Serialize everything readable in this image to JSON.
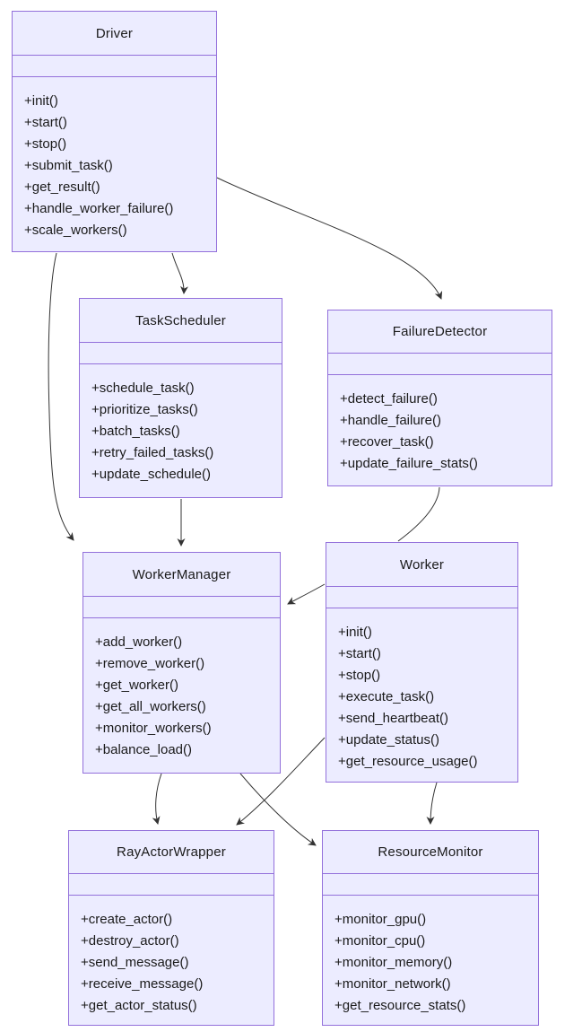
{
  "diagram": {
    "type": "uml-class-diagram",
    "colors": {
      "box_fill": "#ECECFF",
      "box_border": "#9370DB",
      "edge_line": "#333333",
      "text": "#1a1a1a",
      "background": "#ffffff"
    },
    "classes": [
      {
        "name": "Driver",
        "methods": [
          "+init()",
          "+start()",
          "+stop()",
          "+submit_task()",
          "+get_result()",
          "+handle_worker_failure()",
          "+scale_workers()"
        ]
      },
      {
        "name": "TaskScheduler",
        "methods": [
          "+schedule_task()",
          "+prioritize_tasks()",
          "+batch_tasks()",
          "+retry_failed_tasks()",
          "+update_schedule()"
        ]
      },
      {
        "name": "FailureDetector",
        "methods": [
          "+detect_failure()",
          "+handle_failure()",
          "+recover_task()",
          "+update_failure_stats()"
        ]
      },
      {
        "name": "WorkerManager",
        "methods": [
          "+add_worker()",
          "+remove_worker()",
          "+get_worker()",
          "+get_all_workers()",
          "+monitor_workers()",
          "+balance_load()"
        ]
      },
      {
        "name": "Worker",
        "methods": [
          "+init()",
          "+start()",
          "+stop()",
          "+execute_task()",
          "+send_heartbeat()",
          "+update_status()",
          "+get_resource_usage()"
        ]
      },
      {
        "name": "RayActorWrapper",
        "methods": [
          "+create_actor()",
          "+destroy_actor()",
          "+send_message()",
          "+receive_message()",
          "+get_actor_status()"
        ]
      },
      {
        "name": "ResourceMonitor",
        "methods": [
          "+monitor_gpu()",
          "+monitor_cpu()",
          "+monitor_memory()",
          "+monitor_network()",
          "+get_resource_stats()"
        ]
      }
    ],
    "edges": [
      {
        "from": "Driver",
        "to": "TaskScheduler"
      },
      {
        "from": "Driver",
        "to": "FailureDetector"
      },
      {
        "from": "Driver",
        "to": "WorkerManager"
      },
      {
        "from": "TaskScheduler",
        "to": "WorkerManager"
      },
      {
        "from": "FailureDetector",
        "to": "Worker"
      },
      {
        "from": "Worker",
        "to": "WorkerManager"
      },
      {
        "from": "WorkerManager",
        "to": "RayActorWrapper"
      },
      {
        "from": "WorkerManager",
        "to": "ResourceMonitor"
      },
      {
        "from": "Worker",
        "to": "RayActorWrapper"
      },
      {
        "from": "Worker",
        "to": "ResourceMonitor"
      }
    ]
  }
}
